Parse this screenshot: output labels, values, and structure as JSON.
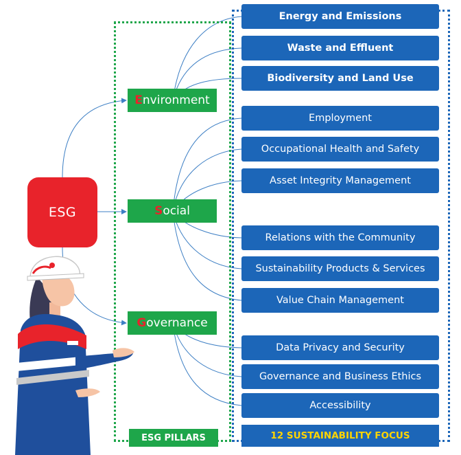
{
  "center": {
    "label": "ESG"
  },
  "pillars": [
    {
      "initial": "E",
      "rest": "nvironment"
    },
    {
      "initial": "S",
      "rest": "ocial"
    },
    {
      "initial": "G",
      "rest": "overnance"
    }
  ],
  "pillars_label": "ESG PILLARS",
  "focus_areas": [
    "Energy and Emissions",
    "Waste and Effluent",
    "Biodiversity and Land Use",
    "Employment",
    "Occupational Health and Safety",
    "Asset Integrity Management",
    "Relations with the Community",
    "Sustainability Products & Services",
    "Value Chain Management",
    "Data Privacy and Security",
    "Governance and Business Ethics",
    "Accessibility"
  ],
  "focus_label": "12 SUSTAINABILITY FOCUS",
  "colors": {
    "esg_red": "#e8232b",
    "pillar_green": "#1ea64a",
    "focus_blue": "#1c66b8",
    "focus_label_yellow": "#ffd400"
  }
}
